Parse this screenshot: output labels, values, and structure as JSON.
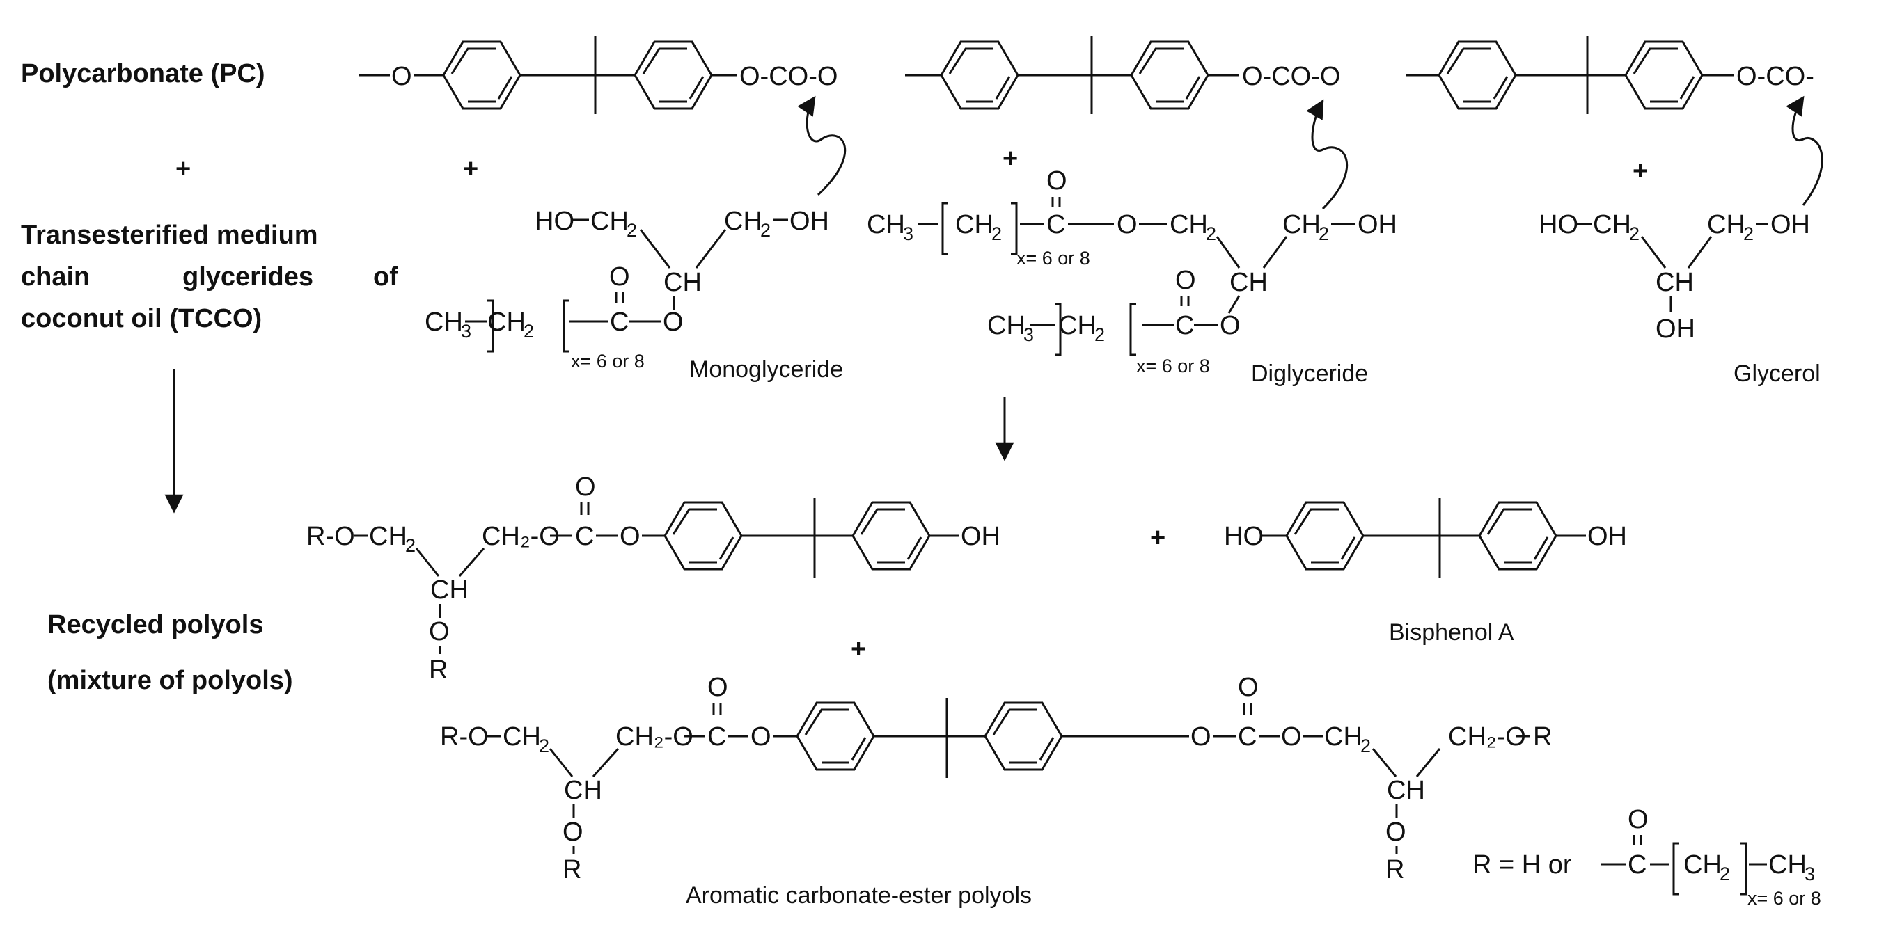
{
  "left_labels": {
    "pc": "Polycarbonate (PC)",
    "plus": "+",
    "tcco_line1": "Transesterified medium",
    "tcco_line2a": "chain",
    "tcco_line2b": "glycerides",
    "tcco_line2c": "of",
    "tcco_line3": "coconut oil (TCCO)",
    "recycled_line1": "Recycled polyols",
    "recycled_line2": "(mixture of polyols)"
  },
  "pc_chain": {
    "start": "O",
    "linker": "O-CO-O",
    "end": "O-CO-"
  },
  "reactants": {
    "plus": "+",
    "mono_name": "Monoglyceride",
    "di_name": "Diglyceride",
    "glycerol_name": "Glycerol",
    "chain_note": "x= 6 or 8"
  },
  "chem_text": {
    "ho": "HO",
    "oh": "OH",
    "ch": "CH",
    "ch2": "CH",
    "two": "2",
    "ch3": "CH",
    "three": "3",
    "c": "C",
    "o": "O",
    "r": "R",
    "r_o": "R-O",
    "ch2_o": "CH₂-O"
  },
  "products": {
    "plus": "+",
    "bisphenol_name": "Bisphenol A",
    "aromatic_name": "Aromatic carbonate-ester polyols",
    "r_def_prefix": "R = H or",
    "chain_note": "x= 6 or 8"
  },
  "icons": {
    "down_arrow_left": "down-arrow-icon",
    "down_arrow_center": "down-arrow-icon",
    "curved_arrow": "curved-arrow-icon"
  }
}
